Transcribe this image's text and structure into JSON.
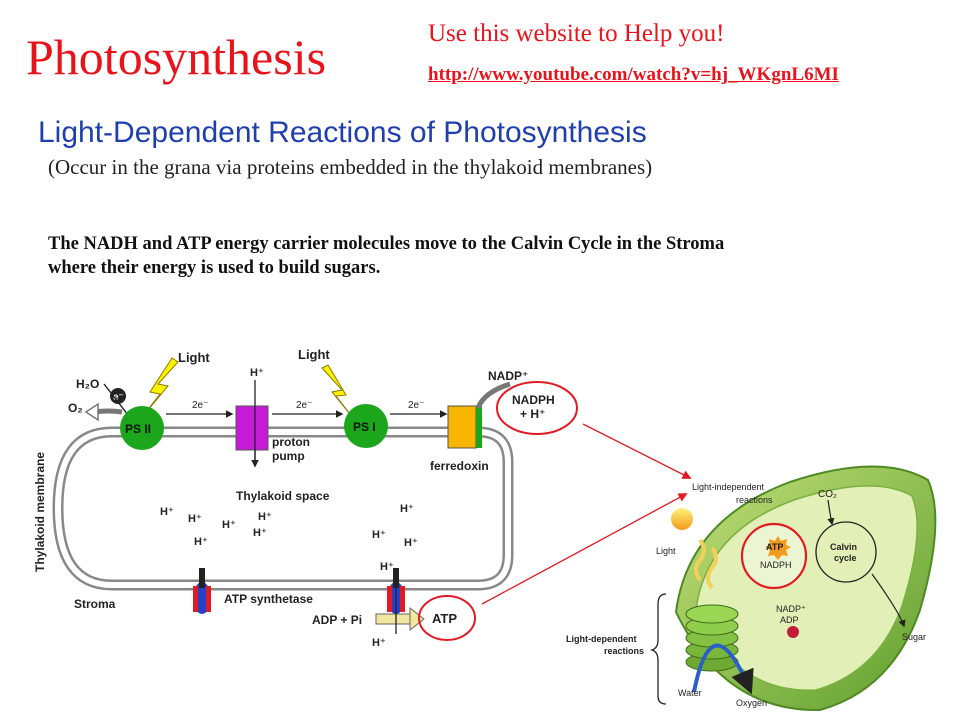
{
  "slide": {
    "title": "Photosynthesis",
    "help_text": "Use this website to Help you!",
    "link_text": "http://www.youtube.com/watch?v=hj_WKgnL6MI",
    "subtitle": "Light-Dependent Reactions of Photosynthesis",
    "location_note": "(Occur in the grana via proteins embedded in the thylakoid membranes)",
    "body_line1": "The NADH and ATP energy carrier molecules move to the Calvin Cycle in the Stroma",
    "body_line2": "where their energy is used to build sugars."
  },
  "membrane_diagram": {
    "membrane_label": "Thylakoid membrane",
    "space_label": "Thylakoid space",
    "stroma_label": "Stroma",
    "light1": "Light",
    "light2": "Light",
    "h2o": "H₂O",
    "o2": "O₂",
    "e_minus": "e⁻",
    "ps2": "PS II",
    "ps1": "PS I",
    "two_e_1": "2e⁻",
    "two_e_2": "2e⁻",
    "two_e_3": "2e⁻",
    "h_plus_top": "H⁺",
    "proton_pump_1": "proton",
    "proton_pump_2": "pump",
    "ferredoxin": "ferredoxin",
    "nadp_plus": "NADP⁺",
    "nadph_1": "NADPH",
    "nadph_2": "+ H⁺",
    "h_space_1": "H⁺",
    "h_space_2": "H⁺",
    "h_space_3": "H⁺",
    "h_space_4": "H⁺",
    "h_space_5": "H⁺",
    "h_space_6": "H⁺",
    "h_space_7": "H⁺",
    "h_space_8": "H⁺",
    "h_space_9": "H⁺",
    "h_space_10": "H⁺",
    "atp_synthetase": "ATP synthetase",
    "adp_pi": "ADP + Pi",
    "atp": "ATP",
    "h_bottom": "H⁺"
  },
  "chloroplast_diagram": {
    "light_independent_1": "Light-independent",
    "light_independent_2": "reactions",
    "co2": "CO₂",
    "calvin_1": "Calvin",
    "calvin_2": "cycle",
    "atp": "ATP",
    "nadph": "NADPH",
    "nadp": "NADP⁺",
    "adp": "ADP",
    "light": "Light",
    "light_dependent_1": "Light-dependent",
    "light_dependent_2": "reactions",
    "sugar": "Sugar",
    "water": "Water",
    "oxygen": "Oxygen"
  },
  "colors": {
    "title_red": "#e8131b",
    "subtitle_blue": "#1f3fae",
    "photosystem_green": "#1ca61c",
    "proton_pump_magenta": "#c61ad6",
    "ferredoxin_orange": "#f7b500",
    "highlight_red": "#e01b24",
    "chloroplast_green": "#8cc63e"
  }
}
